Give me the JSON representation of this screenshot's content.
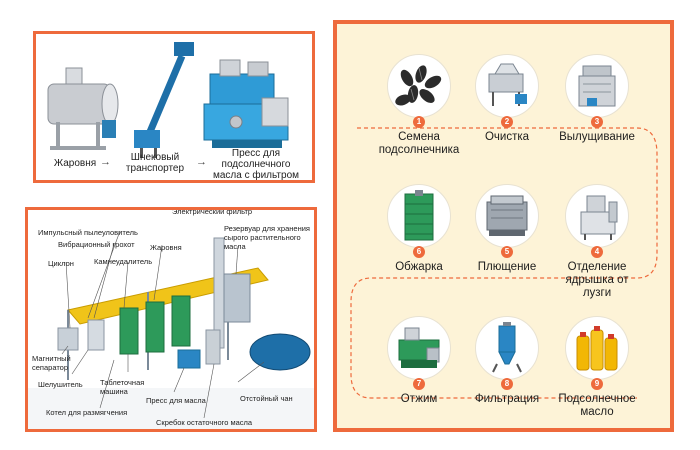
{
  "colors": {
    "accent": "#ee6a3c",
    "panel_bg": "#fdf3d7"
  },
  "panel_a": {
    "labels": {
      "roaster": "Жаровня",
      "conveyor": "Шнековый транспортер",
      "press": "Пресс для подсолнечного масла с фильтром"
    },
    "arrow": "→"
  },
  "panel_b": {
    "labels": {
      "dust_collector": "Импульсный пылеуловитель",
      "vibrating_screen": "Вибрационный грохот",
      "cyclone": "Циклон",
      "destoner": "Камнеудалитель",
      "roaster": "Жаровня",
      "storage_tank": "Резервуар для хранения сырого растительного масла",
      "magnetic_separator": "Магнитный сепаратор",
      "huller": "Шелушитель",
      "tablet_machine": "Таблеточная машина",
      "softening_boiler": "Котел для размягчения",
      "oil_press": "Пресс для масла",
      "residue_scraper": "Скребок остаточного масла",
      "settling_tank": "Отстойный чан",
      "top_cut": "Электрический фильтр"
    }
  },
  "panel_c": {
    "steps": [
      {
        "num": "1",
        "label": "Семена подсолнечника",
        "icon": "seeds-icon"
      },
      {
        "num": "2",
        "label": "Очистка",
        "icon": "cleaner-icon"
      },
      {
        "num": "3",
        "label": "Вылущивание",
        "icon": "huller-icon"
      },
      {
        "num": "4",
        "label": "Отделение ядрышка от лузги",
        "icon": "separator-icon"
      },
      {
        "num": "5",
        "label": "Плющение",
        "icon": "flaker-icon"
      },
      {
        "num": "6",
        "label": "Обжарка",
        "icon": "roaster-icon"
      },
      {
        "num": "7",
        "label": "Отжим",
        "icon": "press-icon"
      },
      {
        "num": "8",
        "label": "Фильтрация",
        "icon": "filter-icon"
      },
      {
        "num": "9",
        "label": "Подсолнечное масло",
        "icon": "oil-bottles-icon"
      }
    ]
  }
}
